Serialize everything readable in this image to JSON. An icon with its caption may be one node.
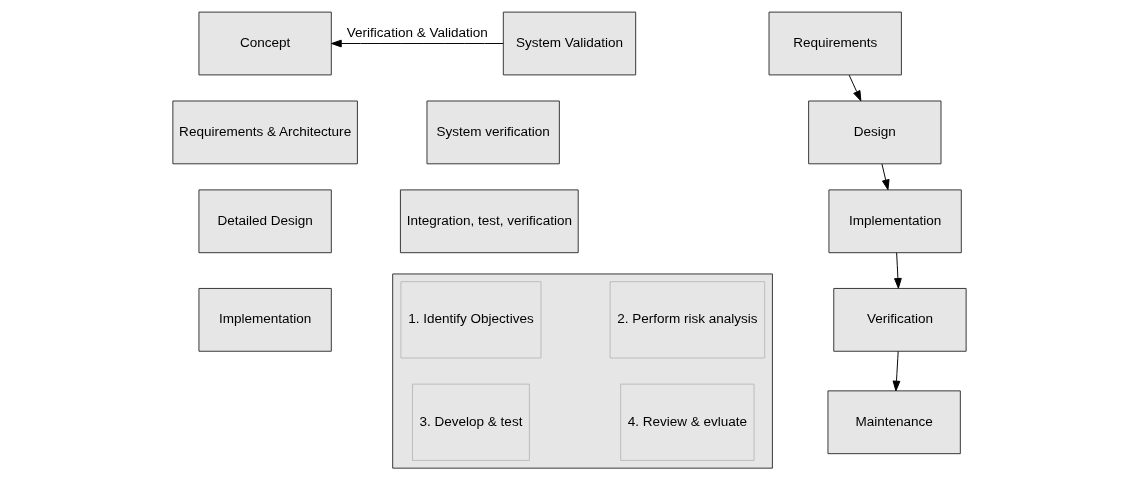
{
  "diagram": {
    "nodes": [
      {
        "text": [
          "Concept"
        ]
      },
      {
        "text": [
          "Requirements & Architecture"
        ]
      },
      {
        "text": [
          "Detailed Design"
        ]
      },
      {
        "text": [
          "Implementation"
        ]
      },
      {
        "text": [
          "Integration, test, verification"
        ]
      },
      {
        "text": [
          "System verification"
        ]
      },
      {
        "text": [
          "System Validation"
        ]
      },
      {
        "text": [],
        "shape": "box"
      },
      {
        "text": [
          "1. Identify Objectives"
        ],
        "in": 7
      },
      {
        "text": [
          "2. Perform risk analysis"
        ],
        "in": 7
      },
      {
        "text": [
          "3. Develop & test"
        ],
        "in": 7
      },
      {
        "text": [
          "4. Review & evluate"
        ],
        "in": 7
      },
      {
        "text": [
          "Requirements"
        ]
      },
      {
        "text": [
          "Design"
        ]
      },
      {
        "text": [
          "Implementation"
        ]
      },
      {
        "text": [
          "Verification"
        ]
      },
      {
        "text": [
          "Maintenance"
        ]
      }
    ],
    "edges": [
      {
        "from": 6,
        "to": 0,
        "arrow": "to",
        "label": "Verification & Validation"
      },
      {
        "from": 12,
        "to": 13,
        "arrow": "to"
      },
      {
        "from": 13,
        "to": 14,
        "arrow": "to"
      },
      {
        "from": 14,
        "to": 15,
        "arrow": "to"
      },
      {
        "from": 15,
        "to": 16,
        "arrow": "to"
      }
    ]
  }
}
